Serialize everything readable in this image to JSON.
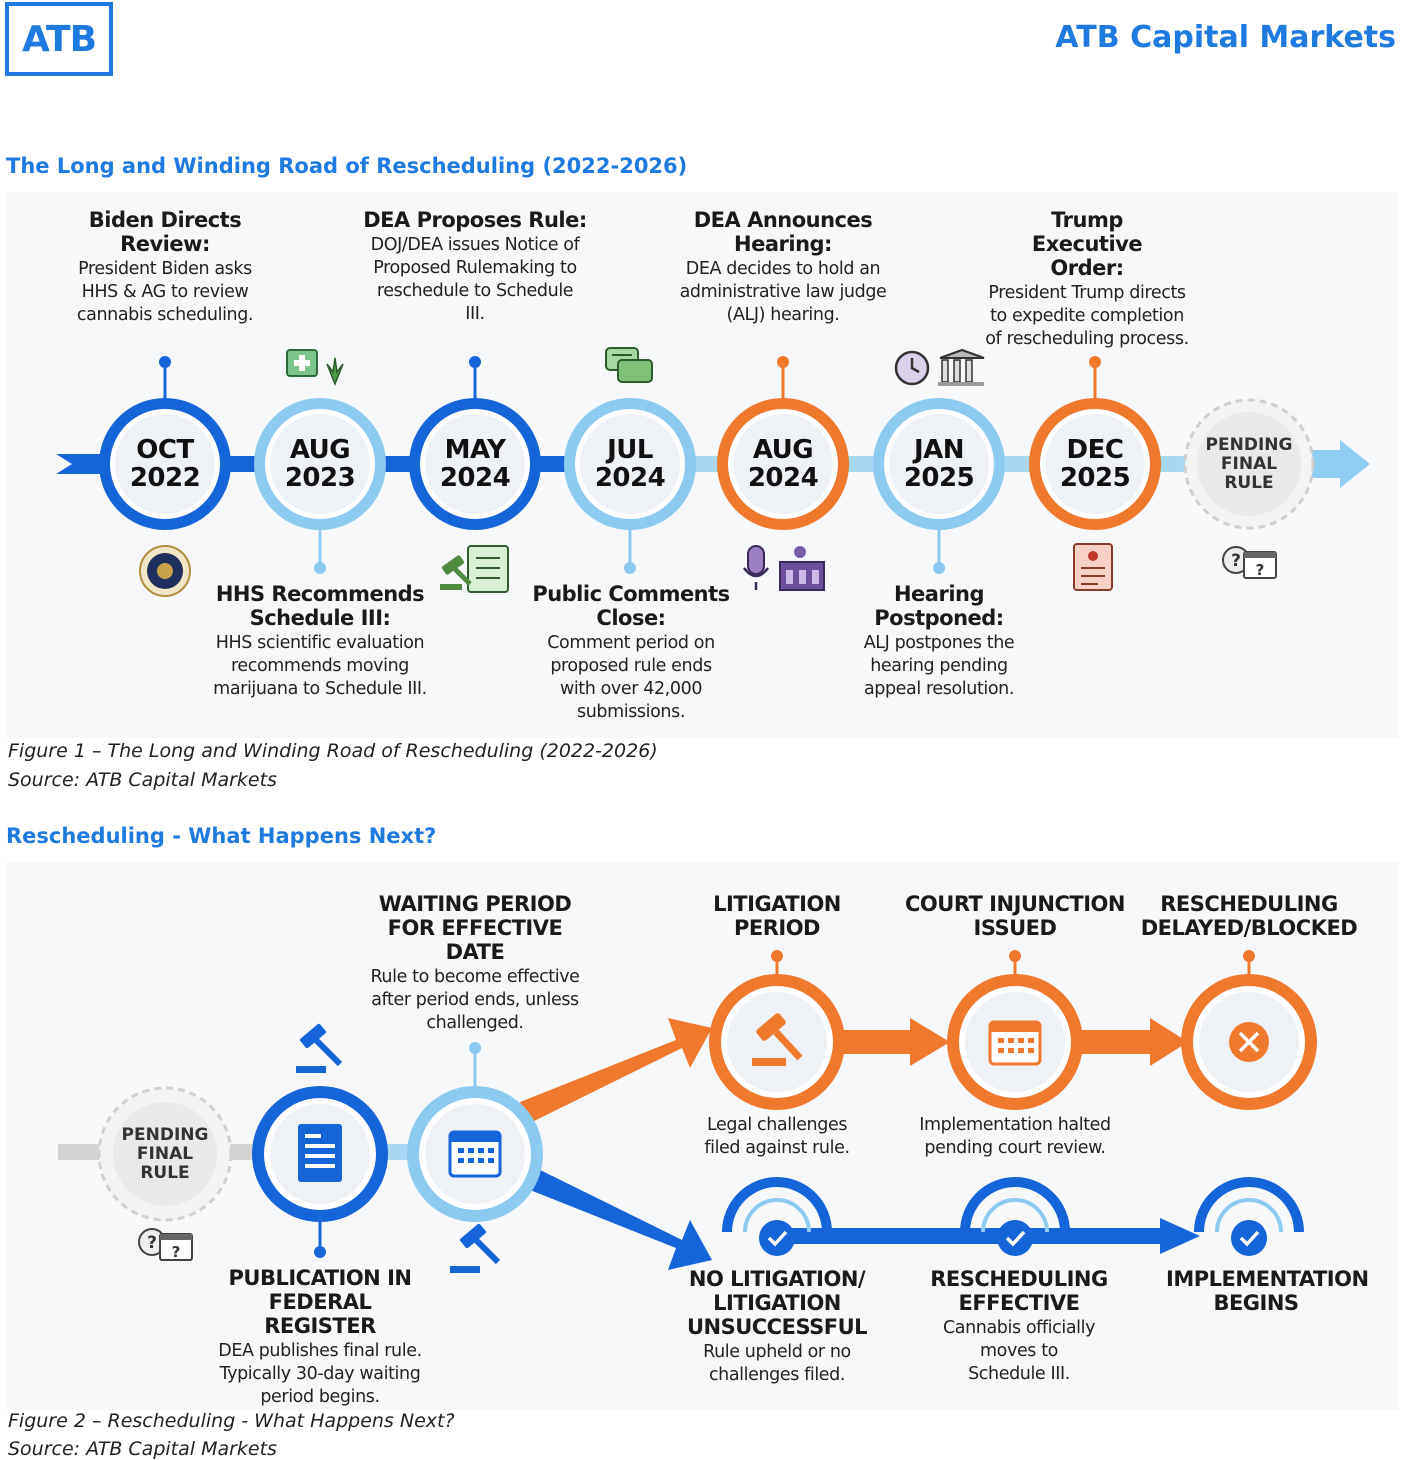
{
  "header": {
    "logo": "ATB",
    "brand": "ATB Capital Markets"
  },
  "figure1": {
    "section_title": "The Long and Winding Road of Rescheduling (2022-2026)",
    "caption": "Figure 1 – The Long and Winding Road of Rescheduling (2022-2026)",
    "source": "Source: ATB Capital Markets",
    "nodes": [
      {
        "month": "OCT",
        "year": "2022",
        "style": "blue-dark"
      },
      {
        "month": "AUG",
        "year": "2023",
        "style": "blue-light"
      },
      {
        "month": "MAY",
        "year": "2024",
        "style": "blue-dark"
      },
      {
        "month": "JUL",
        "year": "2024",
        "style": "blue-light"
      },
      {
        "month": "AUG",
        "year": "2024",
        "style": "orange"
      },
      {
        "month": "JAN",
        "year": "2025",
        "style": "blue-light"
      },
      {
        "month": "DEC",
        "year": "2025",
        "style": "orange"
      }
    ],
    "pending": {
      "line1": "PENDING",
      "line2": "FINAL",
      "line3": "RULE"
    },
    "events_top": [
      {
        "title": "Biden Directs Review:",
        "desc": "President Biden asks HHS & AG to review cannabis scheduling."
      },
      {
        "title": "DEA Proposes Rule:",
        "desc": "DOJ/DEA issues Notice of Proposed Rulemaking to reschedule to Schedule III."
      },
      {
        "title": "DEA Announces Hearing:",
        "desc": "DEA decides to hold an administrative law judge (ALJ) hearing."
      },
      {
        "title": "Trump Executive Order:",
        "desc": "President Trump directs to expedite completion of rescheduling process."
      }
    ],
    "events_bottom": [
      {
        "title": "HHS Recommends Schedule III:",
        "desc": "HHS scientific evaluation recommends moving marijuana to Schedule III."
      },
      {
        "title": "Public Comments Close:",
        "desc": "Comment period on proposed rule ends with over 42,000 submissions."
      },
      {
        "title": "Hearing Postponed:",
        "desc": "ALJ postpones the hearing pending appeal resolution."
      }
    ]
  },
  "figure2": {
    "section_title": "Rescheduling - What Happens Next?",
    "caption": "Figure 2 – Rescheduling - What Happens Next?",
    "source": "Source: ATB Capital Markets",
    "pending": {
      "line1": "PENDING",
      "line2": "FINAL",
      "line3": "RULE"
    },
    "publication": {
      "title": "PUBLICATION IN FEDERAL REGISTER",
      "desc": "DEA publishes final rule. Typically 30-day waiting period begins."
    },
    "waiting": {
      "title": "WAITING PERIOD FOR EFFECTIVE DATE",
      "desc": "Rule to become effective after period ends, unless challenged."
    },
    "litigation": {
      "title": "LITIGATION PERIOD",
      "desc": "Legal challenges filed against rule."
    },
    "injunction": {
      "title": "COURT INJUNCTION ISSUED",
      "desc": "Implementation halted pending court review."
    },
    "blocked": {
      "title": "RESCHEDULING DELAYED/BLOCKED"
    },
    "no_litigation": {
      "title": "NO LITIGATION/ LITIGATION UNSUCCESSFUL",
      "desc": "Rule upheld or no challenges filed."
    },
    "effective": {
      "title": "RESCHEDULING EFFECTIVE",
      "desc": "Cannabis officially moves to Schedule III."
    },
    "implementation": {
      "title": "IMPLEMENTATION BEGINS"
    }
  },
  "colors": {
    "brand": "#1f7ae0",
    "blue_dark": "#1565d8",
    "blue_light": "#8ccaf0",
    "orange": "#ef7a2e",
    "grey": "#d9d9d9"
  }
}
